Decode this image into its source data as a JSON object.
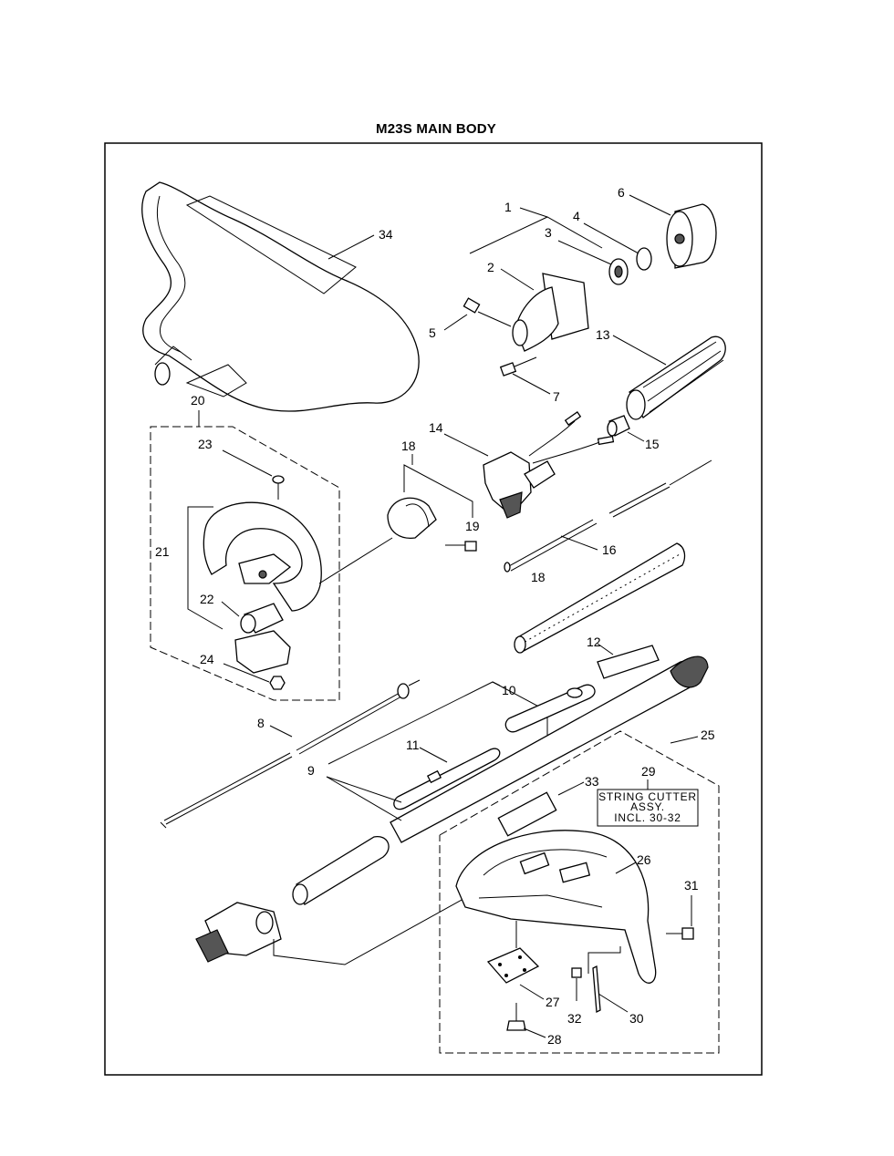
{
  "title": "M23S MAIN BODY",
  "callouts": {
    "c1": "1",
    "c2": "2",
    "c3": "3",
    "c4": "4",
    "c5": "5",
    "c6": "6",
    "c7": "7",
    "c8": "8",
    "c9": "9",
    "c10": "10",
    "c11": "11",
    "c12": "12",
    "c13": "13",
    "c14": "14",
    "c15": "15",
    "c16": "16",
    "c18a": "18",
    "c18b": "18",
    "c19": "19",
    "c20": "20",
    "c21": "21",
    "c22": "22",
    "c23": "23",
    "c24": "24",
    "c25": "25",
    "c26": "26",
    "c27": "27",
    "c28": "28",
    "c29": "29",
    "c30": "30",
    "c31": "31",
    "c32": "32",
    "c33": "33",
    "c34": "34"
  },
  "note_box": {
    "line1": "STRING CUTTER",
    "line2": "ASSY.",
    "line3": "INCL. 30-32"
  }
}
